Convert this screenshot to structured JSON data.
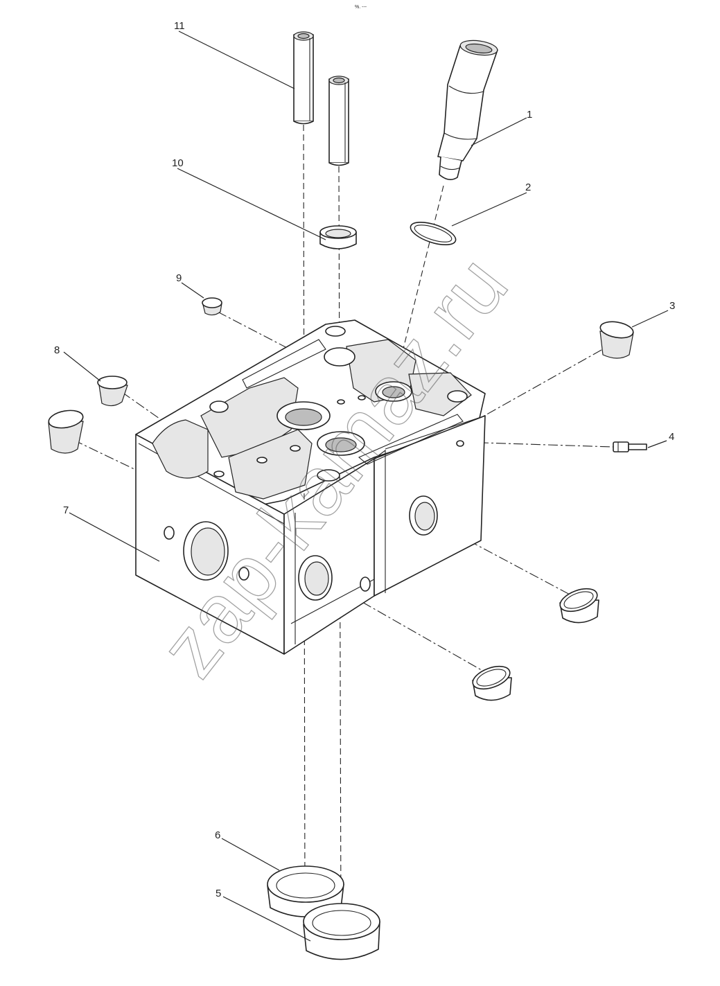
{
  "callouts": [
    {
      "id": "1",
      "text": "1"
    },
    {
      "id": "2",
      "text": "2"
    },
    {
      "id": "3",
      "text": "3"
    },
    {
      "id": "4",
      "text": "4"
    },
    {
      "id": "5",
      "text": "5"
    },
    {
      "id": "6",
      "text": "6"
    },
    {
      "id": "7",
      "text": "7"
    },
    {
      "id": "8",
      "text": "8"
    },
    {
      "id": "9",
      "text": "9"
    },
    {
      "id": "10",
      "text": "10"
    },
    {
      "id": "11",
      "text": "11"
    }
  ],
  "watermark": "zap-kamaz.ru",
  "corner_mark": "%. ---"
}
